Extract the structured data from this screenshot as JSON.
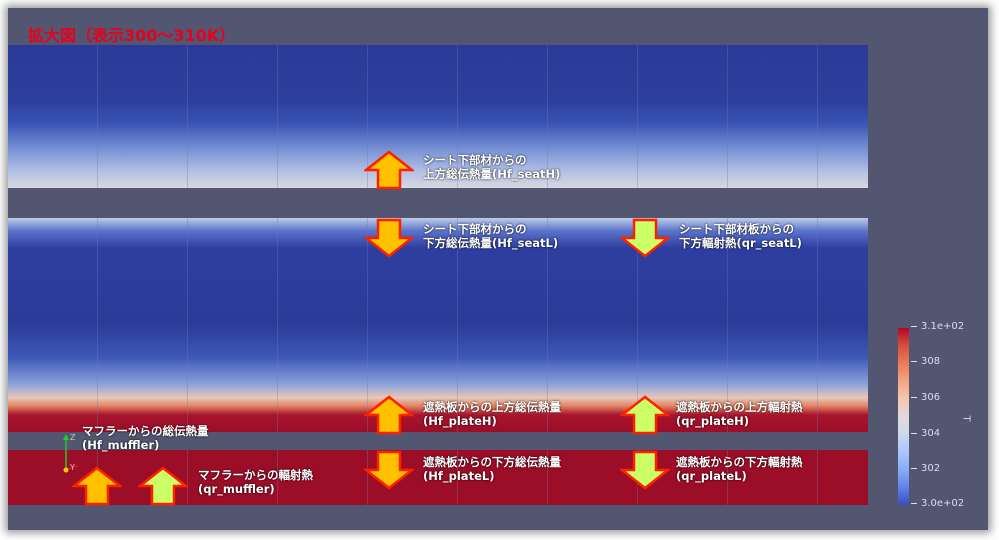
{
  "title": "拡大図（表示300～310K）",
  "labels": {
    "hf_seatH": [
      "シート下部材からの",
      "上方総伝熱量(Hf_seatH)"
    ],
    "hf_seatL": [
      "シート下部材からの",
      "下方総伝熱量(Hf_seatL)"
    ],
    "qr_seatL": [
      "シート下部材板からの",
      "下方輻射熱(qr_seatL)"
    ],
    "hf_plateH": [
      "遮熱板からの上方総伝熱量",
      "(Hf_plateH)"
    ],
    "qr_plateH": [
      "遮熱板からの上方輻射熱",
      "(qr_plateH)"
    ],
    "hf_plateL": [
      "遮熱板からの下方総伝熱量",
      "(Hf_plateL)"
    ],
    "qr_plateL": [
      "遮熱板からの下方輻射熱",
      "(qr_plateL)"
    ],
    "hf_muffler": [
      "マフラーからの総伝熱量",
      "(Hf_muffler)"
    ],
    "qr_muffler": [
      "マフラーからの輻射熱",
      "(qr_muffler)"
    ]
  },
  "colorbar": {
    "title": "T",
    "ticks": [
      "3.1e+02",
      "308",
      "306",
      "304",
      "302",
      "3.0e+02"
    ],
    "range": [
      300,
      310
    ]
  },
  "axes": {
    "z": "Z",
    "y": "Y"
  },
  "colors": {
    "total_heat_arrow": "#ffc000",
    "radiation_arrow": "#ccff66",
    "arrow_outline": "#ff2000",
    "title": "#e8001c"
  }
}
